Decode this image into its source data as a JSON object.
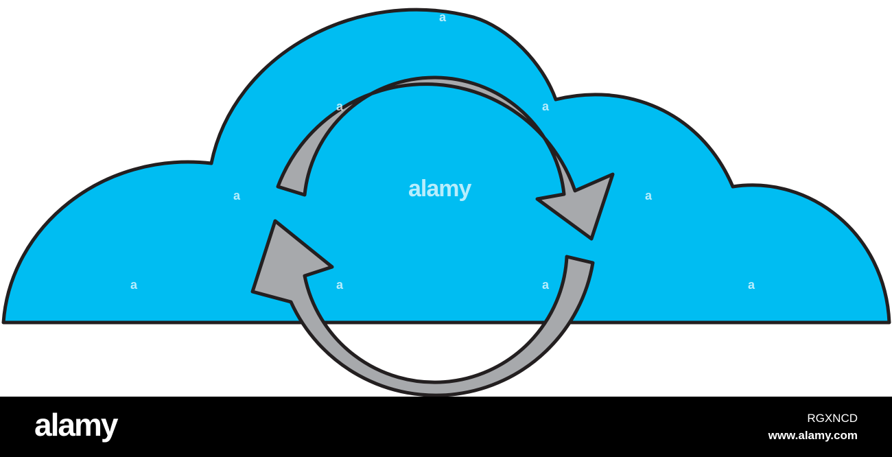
{
  "artwork": {
    "subject_icon": "cloud-sync-icon",
    "colors": {
      "cloud_fill": "#00bdf2",
      "arrow_fill": "#a7a9ac",
      "outline": "#231f20",
      "background": "#ffffff"
    }
  },
  "watermark": {
    "center_text": "alamy",
    "tile_text": "a"
  },
  "footer": {
    "brand": "alamy",
    "image_id": "RGXNCD",
    "site": "www.alamy.com",
    "background": "#000000",
    "text_color": "#ffffff"
  }
}
